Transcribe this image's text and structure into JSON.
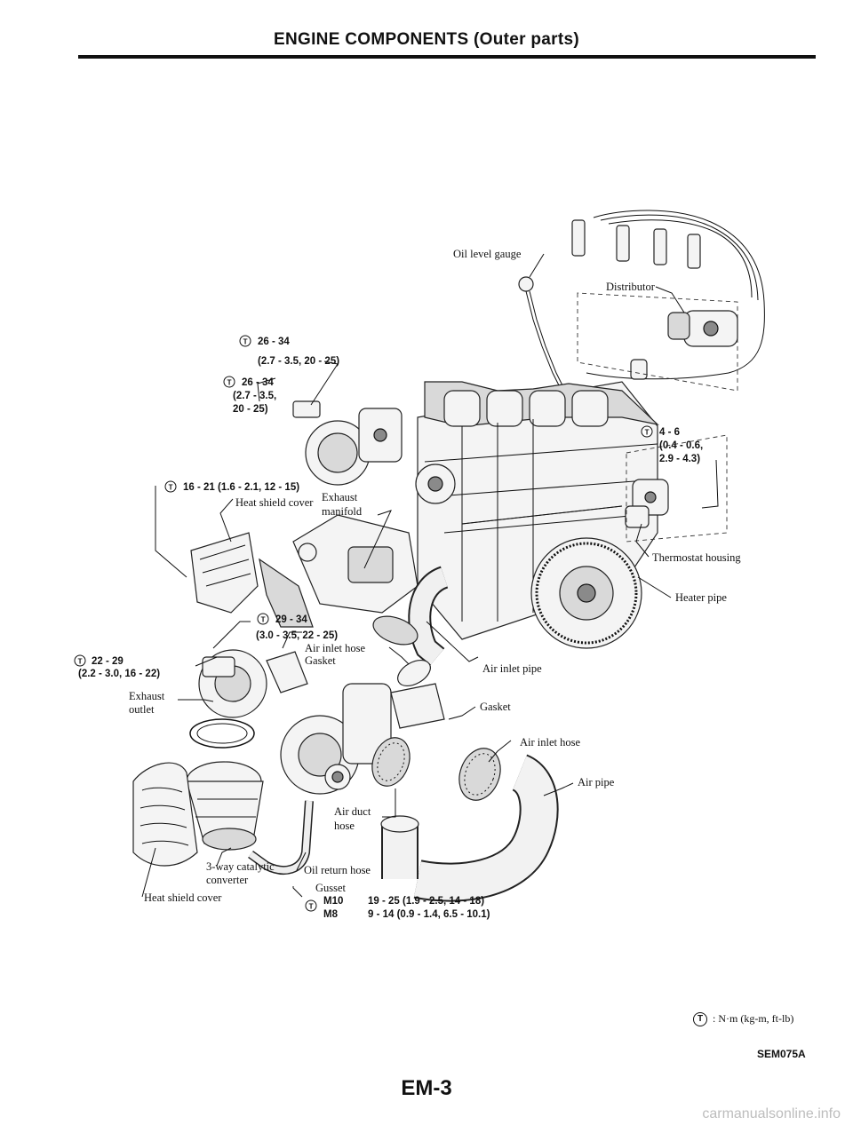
{
  "header": {
    "title": "ENGINE COMPONENTS (Outer parts)"
  },
  "torque_icon": "torque-T-icon",
  "labels": {
    "oil_level_gauge": "Oil level gauge",
    "distributor": "Distributor",
    "tq_26_34_a1": "26 - 34",
    "tq_26_34_a2": "(2.7 - 3.5, 20 - 25)",
    "tq_26_34_b1": "26 - 34",
    "tq_26_34_b2": "(2.7 - 3.5,",
    "tq_26_34_b3": "20 - 25)",
    "tq_4_6_1": "4 - 6",
    "tq_4_6_2": "(0.4 - 0.6,",
    "tq_4_6_3": "2.9 - 4.3)",
    "tq_16_21": "16 - 21 (1.6 - 2.1, 12 - 15)",
    "heat_shield_cover_top": "Heat shield cover",
    "exhaust_manifold_1": "Exhaust",
    "exhaust_manifold_2": "manifold",
    "thermostat_housing": "Thermostat housing",
    "heater_pipe": "Heater pipe",
    "tq_29_34_1": "29 - 34",
    "tq_29_34_2": "(3.0 - 3.5, 22 - 25)",
    "air_inlet_hose_top": "Air inlet hose",
    "gasket_top": "Gasket",
    "tq_22_29_1": "22 - 29",
    "tq_22_29_2": "(2.2 - 3.0, 16 - 22)",
    "air_inlet_pipe": "Air inlet pipe",
    "exhaust_outlet_1": "Exhaust",
    "exhaust_outlet_2": "outlet",
    "gasket_right": "Gasket",
    "air_inlet_hose_right": "Air inlet hose",
    "air_pipe": "Air pipe",
    "air_duct_hose_1": "Air duct",
    "air_duct_hose_2": "hose",
    "catalytic_1": "3-way catalytic",
    "catalytic_2": "converter",
    "oil_return_hose": "Oil return hose",
    "gusset": "Gusset",
    "m10_label": "M10",
    "m10_torque": "19 - 25 (1.9 - 2.5, 14 - 18)",
    "m8_label": "M8",
    "m8_torque": "9 - 14 (0.9 - 1.4, 6.5 - 10.1)",
    "heat_shield_cover_bottom": "Heat shield cover"
  },
  "legend": {
    "symbol": "T",
    "text": ": N·m (kg-m, ft-lb)"
  },
  "figure_code": "SEM075A",
  "page_number": "EM-3",
  "watermark": "carmanualsonline.info"
}
